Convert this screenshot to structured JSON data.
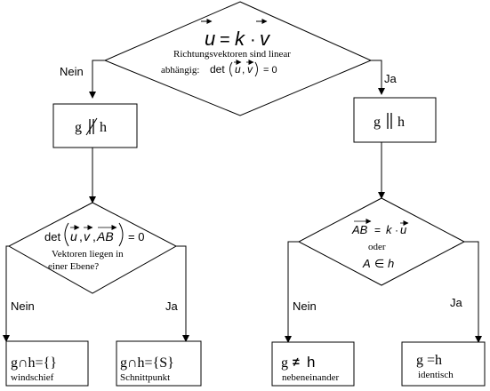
{
  "top_decision": {
    "formula_u": "u",
    "formula_eq": "=",
    "formula_k": "k",
    "formula_dot": "·",
    "formula_v": "v",
    "line1": "Richtungsvektoren sind linear",
    "line2_prefix": "abhängig:",
    "det": "det",
    "det_u": "u",
    "det_comma": ",",
    "det_v": "v",
    "det_eq0": "= 0"
  },
  "edges": {
    "no": "Nein",
    "yes": "Ja"
  },
  "left_box": {
    "g": "g",
    "h": "h"
  },
  "right_box": {
    "g": "g",
    "h": "h"
  },
  "left_decision": {
    "det": "det",
    "u": "u",
    "v": "v",
    "ab": "AB",
    "comma": ",",
    "eq0": "= 0",
    "line1": "Vektoren liegen in",
    "line2": "einer Ebene?"
  },
  "right_decision": {
    "ab": "AB",
    "eq": "=",
    "k": "k",
    "dot": "·",
    "u": "u",
    "oder": "oder",
    "a": "A",
    "in": "∈",
    "h": "h"
  },
  "results": {
    "windschief": {
      "main": "g∩h={}",
      "sub": "windschief"
    },
    "schnittpunkt": {
      "main": "g∩h={S}",
      "sub": "Schnittpunkt"
    },
    "nebeneinander": {
      "g": "g",
      "neq": "≠",
      "h": "h",
      "sub": "nebeneinander"
    },
    "identisch": {
      "main": "g =h",
      "sub": "identisch"
    }
  }
}
